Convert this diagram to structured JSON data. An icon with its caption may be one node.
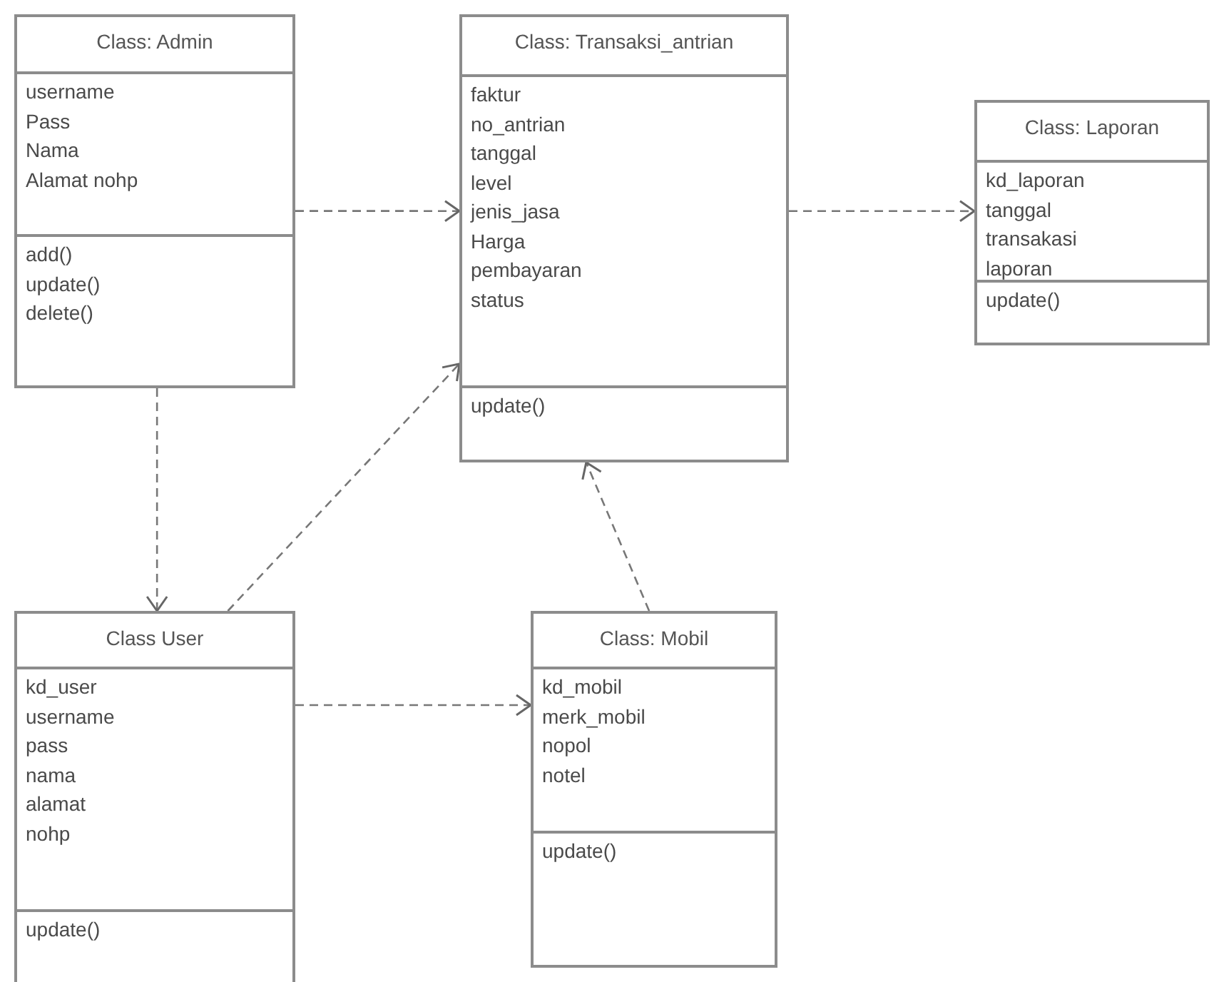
{
  "diagram": {
    "nodes": [
      {
        "text": [
          "Class: Admin"
        ]
      },
      {
        "text": [
          "username",
          "Pass",
          "Nama",
          "Alamat nohp"
        ],
        "in": 0
      },
      {
        "text": [
          "add()",
          "update()",
          "delete()"
        ],
        "in": 0
      },
      {
        "text": [
          "Class: Transaksi_antrian"
        ]
      },
      {
        "text": [
          "faktur",
          "no_antrian",
          "tanggal",
          "level",
          "jenis_jasa",
          "Harga",
          "pembayaran",
          "status"
        ],
        "in": 3
      },
      {
        "text": [
          "update()"
        ],
        "in": 3
      },
      {
        "text": [
          "Class: Laporan"
        ]
      },
      {
        "text": [
          "kd_laporan",
          "tanggal",
          "transakasi",
          "laporan"
        ],
        "in": 6
      },
      {
        "text": [
          "update()"
        ],
        "in": 6
      },
      {
        "text": [
          "Class User"
        ]
      },
      {
        "text": [
          "kd_user",
          "username",
          "pass",
          "nama",
          "alamat",
          "nohp"
        ],
        "in": 9
      },
      {
        "text": [
          "update()"
        ],
        "in": 9
      },
      {
        "text": [
          "Class: Mobil"
        ]
      },
      {
        "text": [
          "kd_mobil",
          "merk_mobil",
          "nopol",
          "notel"
        ],
        "in": 12
      },
      {
        "text": [
          "update()"
        ],
        "in": 12
      }
    ],
    "edges": [
      {
        "from": 0,
        "to": 3,
        "arrow": "to",
        "style": "dashed"
      },
      {
        "from": 3,
        "to": 6,
        "arrow": "to",
        "style": "dashed"
      },
      {
        "from": 0,
        "to": 9,
        "arrow": "to",
        "style": "dashed"
      },
      {
        "from": 9,
        "to": 3,
        "arrow": "to",
        "style": "dashed"
      },
      {
        "from": 9,
        "to": 12,
        "arrow": "to",
        "style": "dashed"
      },
      {
        "from": 12,
        "to": 3,
        "arrow": "to",
        "style": "dashed"
      }
    ]
  }
}
